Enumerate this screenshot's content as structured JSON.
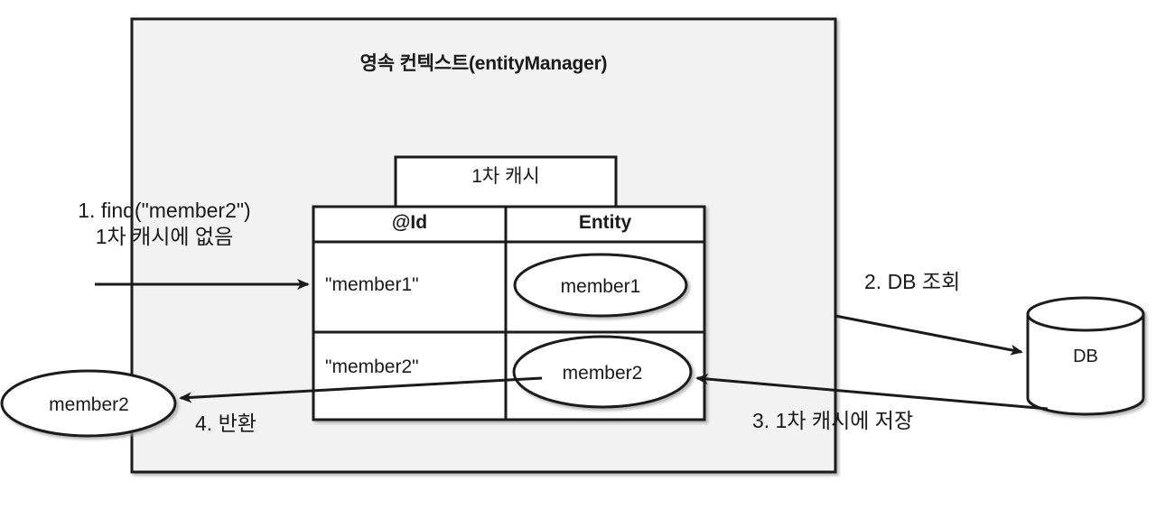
{
  "diagram": {
    "title": "영속 컨텍스트(entityManager)",
    "background_outer": "#ffffff",
    "background_context": "#f2f2f2",
    "stroke_color": "#1a1a1a"
  },
  "cache": {
    "caption": "1차 캐시",
    "columns": [
      "@Id",
      "Entity"
    ],
    "rows": [
      {
        "id": "\"member1\"",
        "entity": "member1"
      },
      {
        "id": "\"member2\"",
        "entity": "member2"
      }
    ]
  },
  "database": {
    "label": "DB"
  },
  "returned_entity": {
    "label": "member2"
  },
  "steps": [
    {
      "n": "1",
      "line1": "1. find(\"member2\")",
      "line2": "1차 캐시에 없음"
    },
    {
      "n": "2",
      "label": "2. DB 조회"
    },
    {
      "n": "3",
      "label": "3. 1차 캐시에 저장"
    },
    {
      "n": "4",
      "label": "4. 반환"
    }
  ]
}
